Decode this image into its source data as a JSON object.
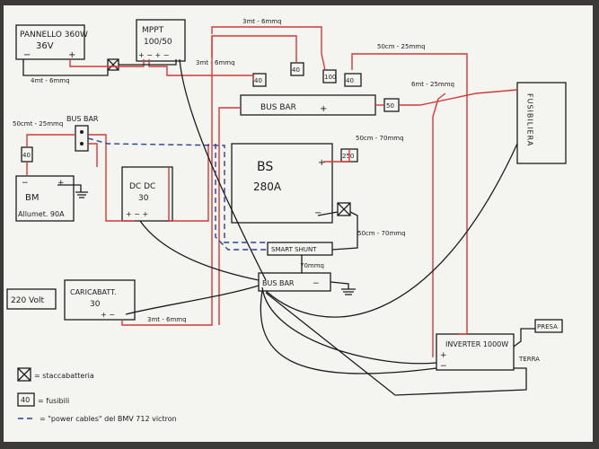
{
  "components": {
    "pannello": {
      "line1": "PANNELLO 360W",
      "line2": "36V",
      "minus": "−",
      "plus": "+"
    },
    "mppt": {
      "line1": "MPPT",
      "line2": "100/50",
      "terminals": "+ −  + −"
    },
    "bm": {
      "name": "BM",
      "sub": "Allumet. 90A",
      "minus": "−",
      "plus": "+"
    },
    "dcdc": {
      "line1": "DC DC",
      "line2": "30",
      "terminals": "+  −  +"
    },
    "bs": {
      "line1": "BS",
      "line2": "280A",
      "plus": "+",
      "minus": "−"
    },
    "busbar_top": {
      "label": "BUS BAR",
      "plus": "+"
    },
    "busbar_left": {
      "label": "BUS BAR"
    },
    "busbar_bottom": {
      "label": "BUS BAR",
      "minus": "−"
    },
    "smart_shunt": {
      "label": "SMART SHUNT"
    },
    "caricabatt": {
      "line1": "CARICABATT.",
      "line2": "30",
      "terminals": "+  −"
    },
    "v220": {
      "label": "220 Volt"
    },
    "inverter": {
      "label": "INVERTER 1000W",
      "plus": "+",
      "minus": "−"
    },
    "presa": {
      "label": "PRESA"
    },
    "terra": {
      "label": "TERRA"
    },
    "fusibiliera": {
      "label": "FUSIBILIERA"
    }
  },
  "fuses": [
    "40",
    "40",
    "40",
    "100",
    "40",
    "50",
    "250"
  ],
  "cable_labels": {
    "pannello_mppt": "4mt - 6mmq",
    "mppt_bus": "3mt - 6mmq",
    "top_3mt": "3mt - 6mmq",
    "top_50cm": "50cm - 25mmq",
    "fus_6mt": "6mt - 25mmq",
    "bm_50cm": "50cmt - 25mmq",
    "bs_50cm": "50cm - 70mmq",
    "shunt_50cm": "50cm - 70mmq",
    "shunt_bus": "70mmq",
    "carica_mt": "3mt - 6mmq"
  },
  "legend": {
    "stacca": "= staccabatteria",
    "fuse_value": "40",
    "fusibili": "= fusibili",
    "power": "= \"power cables\" del BMV 712 victron"
  }
}
